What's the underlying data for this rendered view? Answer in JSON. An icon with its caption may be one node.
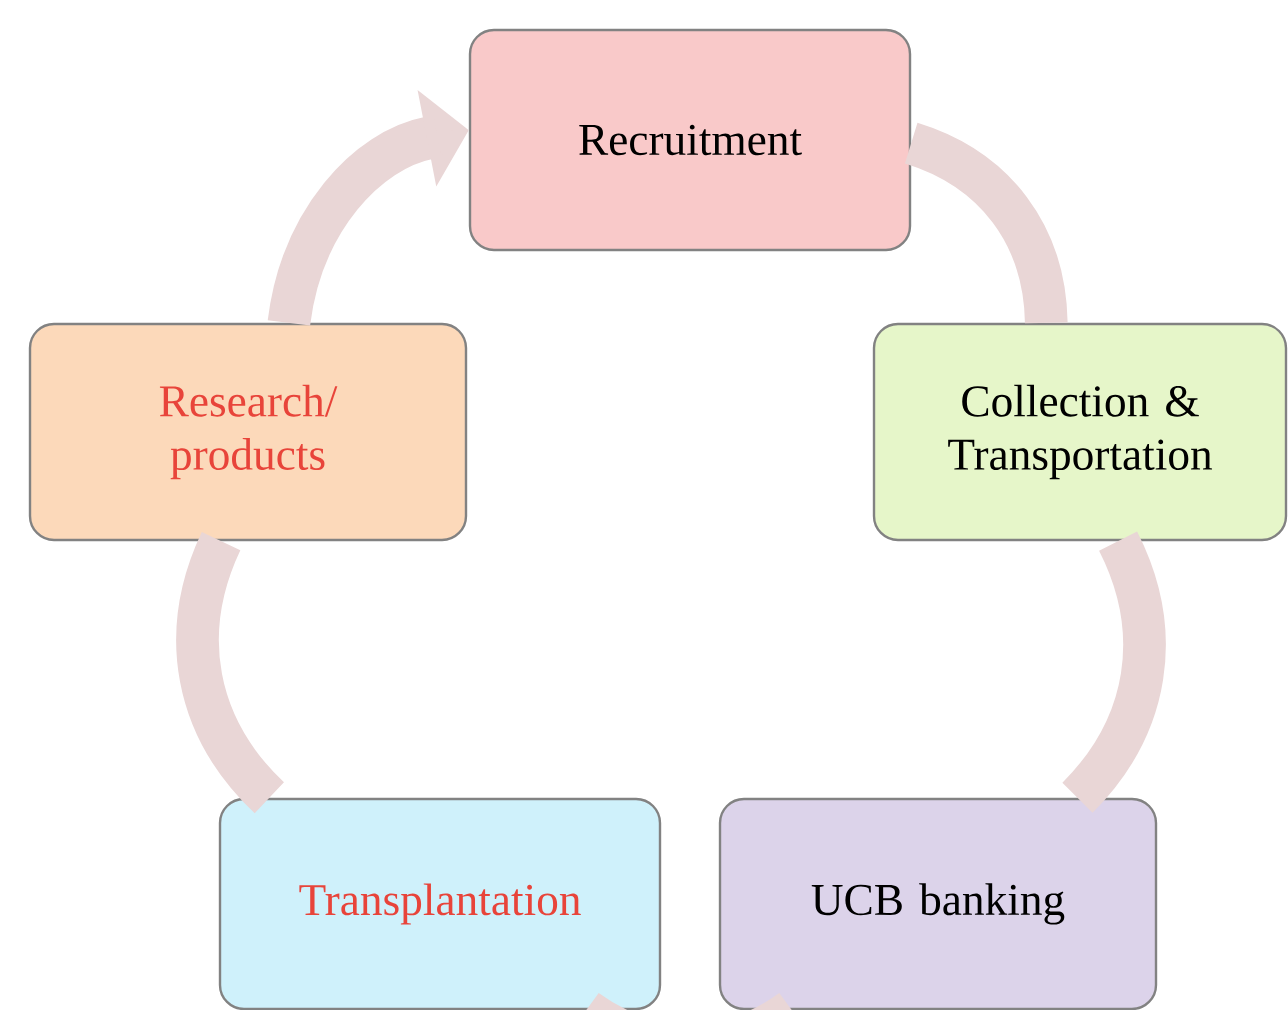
{
  "diagram": {
    "nodes": [
      {
        "text": [
          "Recruitment"
        ]
      },
      {
        "text": [
          "Collection & Transportation"
        ]
      },
      {
        "text": [
          "UCB banking"
        ]
      },
      {
        "text": [
          "Transplantation"
        ]
      },
      {
        "text": [
          "Research/ products"
        ]
      }
    ],
    "edges": [
      {
        "from": 0,
        "to": 1,
        "arrow": "none"
      },
      {
        "from": 1,
        "to": 2,
        "arrow": "none"
      },
      {
        "from": 2,
        "to": 3,
        "arrow": "none"
      },
      {
        "from": 3,
        "to": 4,
        "arrow": "none"
      },
      {
        "from": 4,
        "to": 0,
        "arrow": "to"
      }
    ]
  }
}
